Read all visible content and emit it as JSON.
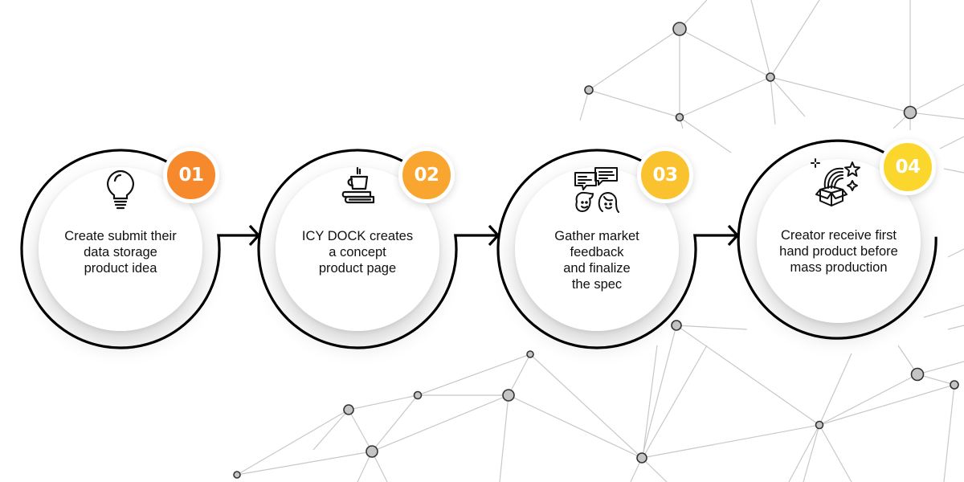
{
  "diagram": {
    "type": "process-flow",
    "direction": "left-to-right",
    "steps": [
      {
        "number": "01",
        "icon": "lightbulb-icon",
        "text": "Create submit their\ndata storage\nproduct idea",
        "badge_color": "#F7892D"
      },
      {
        "number": "02",
        "icon": "coffee-books-icon",
        "text": "ICY DOCK creates\na concept\nproduct page",
        "badge_color": "#F8A630"
      },
      {
        "number": "03",
        "icon": "feedback-chat-icon",
        "text": "Gather market\nfeedback\nand finalize\nthe spec",
        "badge_color": "#F9C22E"
      },
      {
        "number": "04",
        "icon": "gift-box-rainbow-icon",
        "text": "Creator receive first\nhand product before\nmass production",
        "badge_color": "#FBD62C"
      }
    ],
    "connector_color": "#000000",
    "background_pattern": "network-nodes"
  }
}
